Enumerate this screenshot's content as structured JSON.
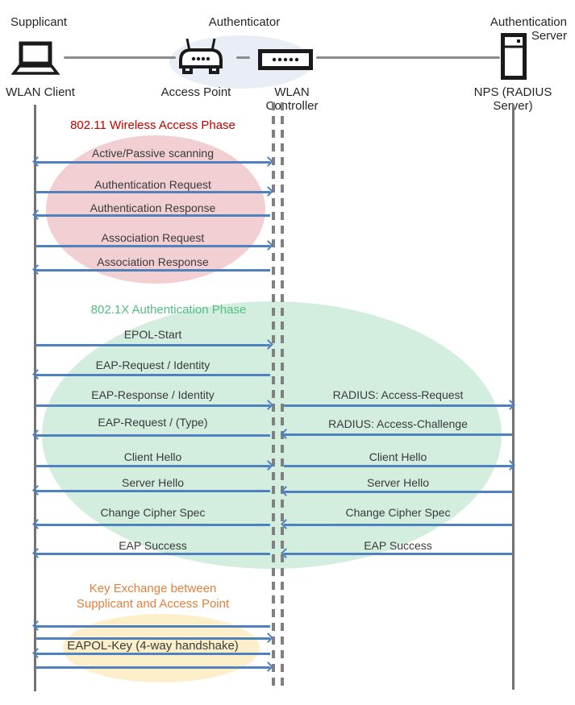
{
  "header": {
    "roles": [
      "Supplicant",
      "Authenticator",
      "Authentication Server"
    ]
  },
  "devices": [
    {
      "label": "WLAN Client",
      "icon": "laptop-icon"
    },
    {
      "label": "Access Point",
      "icon": "access-point-icon"
    },
    {
      "label": "WLAN Controller",
      "icon": "network-switch-icon"
    },
    {
      "label": "NPS (RADIUS Server)",
      "icon": "server-icon"
    }
  ],
  "phase1": {
    "title": "802.11 Wireless Access Phase",
    "messages": [
      {
        "label": "Active/Passive scanning",
        "dir": "both",
        "from": "WLAN Client",
        "to": "WLAN Controller"
      },
      {
        "label": "Authentication Request",
        "dir": "right",
        "from": "WLAN Client",
        "to": "WLAN Controller"
      },
      {
        "label": "Authentication Response",
        "dir": "left",
        "from": "WLAN Controller",
        "to": "WLAN Client"
      },
      {
        "label": "Association Request",
        "dir": "right",
        "from": "WLAN Client",
        "to": "WLAN Controller"
      },
      {
        "label": "Association Response",
        "dir": "left",
        "from": "WLAN Controller",
        "to": "WLAN Client"
      }
    ]
  },
  "phase2": {
    "title": "802.1X Authentication Phase",
    "left": [
      {
        "label": "EPOL-Start",
        "dir": "right"
      },
      {
        "label": "EAP-Request / Identity",
        "dir": "left"
      },
      {
        "label": "EAP-Response / Identity",
        "dir": "right"
      },
      {
        "label": "EAP-Request / (Type)",
        "dir": "left"
      },
      {
        "label": "Client Hello",
        "dir": "right"
      },
      {
        "label": "Server Hello",
        "dir": "left"
      },
      {
        "label": "Change Cipher Spec",
        "dir": "left"
      },
      {
        "label": "EAP Success",
        "dir": "left"
      }
    ],
    "right": [
      {
        "label": "RADIUS: Access-Request",
        "dir": "right"
      },
      {
        "label": "RADIUS: Access-Challenge",
        "dir": "left"
      },
      {
        "label": "Client Hello",
        "dir": "right"
      },
      {
        "label": "Server Hello",
        "dir": "left"
      },
      {
        "label": "Change Cipher Spec",
        "dir": "left"
      },
      {
        "label": "EAP Success",
        "dir": "left"
      }
    ]
  },
  "phase3": {
    "title_line1": "Key Exchange between",
    "title_line2": "Supplicant and Access Point",
    "message": "EAPOL-Key (4-way handshake)"
  },
  "colors": {
    "arrow": "#4F81BD",
    "lifeline_solid": "#737373",
    "lifeline_dashed": "#808080",
    "phase1_title": "#C00000",
    "phase1_fill": "#F2CFD3",
    "phase2_title": "#50BE82",
    "phase2_fill": "#D3EEDF",
    "phase3_title": "#E2813C",
    "phase3_fill": "#FDEFCA",
    "authenticator_fill": "#E9EDF6"
  }
}
